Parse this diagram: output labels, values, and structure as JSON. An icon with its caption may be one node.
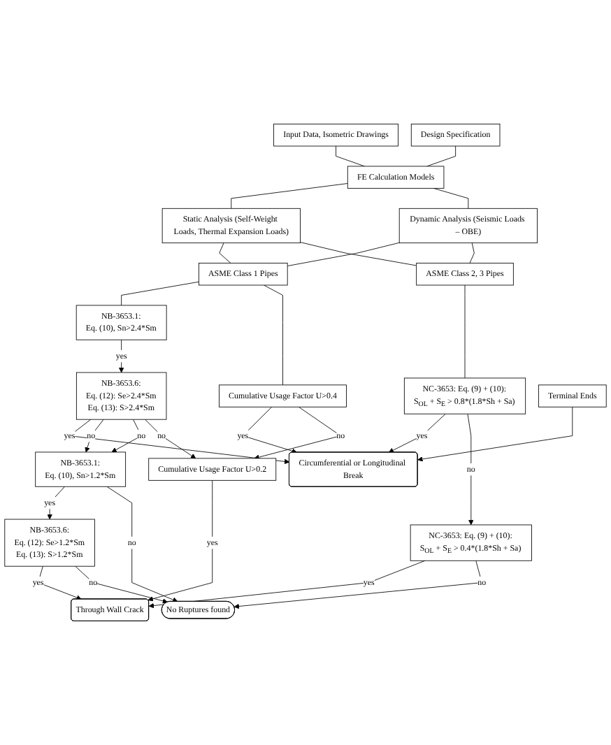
{
  "diagram": {
    "nodes": [
      {
        "text": [
          "Input Data, Isometric Drawings"
        ]
      },
      {
        "text": [
          "Design Specification"
        ]
      },
      {
        "text": [
          "FE Calculation Models"
        ]
      },
      {
        "text": [
          "Static Analysis (Self-Weight Loads, Thermal Expansion Loads)"
        ]
      },
      {
        "text": [
          "Dynamic Analysis (Seismic Loads – OBE)"
        ]
      },
      {
        "text": [
          "ASME Class 1 Pipes"
        ]
      },
      {
        "text": [
          "ASME Class 2, 3 Pipes"
        ]
      },
      {
        "text": [
          "NB-3653.1:",
          "Eq. (10),  Sn>2.4*Sm"
        ]
      },
      {
        "text": [
          "Cumulative Usage Factor U>0.4"
        ]
      },
      {
        "text": [
          "NC-3653: Eq. (9) + (10):",
          "S$_{OL}$ + S$_{E}$ > 0.8*(1.8*Sh + Sa)"
        ]
      },
      {
        "text": [
          "NB-3653.6:",
          "Eq. (12): Se>2.4*Sm",
          "Eq. (13): S>2.4*Sm"
        ]
      },
      {
        "text": [
          "Circumferential or Longitudinal Break"
        ]
      },
      {
        "text": [
          "Terminal Ends"
        ]
      },
      {
        "text": [
          "NC-3653: Eq. (9) + (10):",
          "S$_{OL}$ + S$_{E}$ > 0.4*(1.8*Sh + Sa)"
        ]
      },
      {
        "text": [
          "NB-3653.1:",
          "Eq. (10),  Sn>1.2*Sm"
        ]
      },
      {
        "text": [
          "Cumulative Usage Factor U>0.2"
        ]
      },
      {
        "text": [
          "NB-3653.6:",
          "Eq. (12): Se>1.2*Sm",
          "Eq. (13): S>1.2*Sm"
        ]
      },
      {
        "text": [
          "Through Wall Crack"
        ]
      },
      {
        "text": [
          "No Ruptures found"
        ]
      }
    ],
    "edges": [
      {
        "from": 0,
        "to": 2,
        "arrow": "none"
      },
      {
        "from": 1,
        "to": 2,
        "arrow": "none"
      },
      {
        "from": 2,
        "to": 3,
        "arrow": "none"
      },
      {
        "from": 2,
        "to": 4,
        "arrow": "none"
      },
      {
        "from": 3,
        "to": 5,
        "arrow": "none"
      },
      {
        "from": 3,
        "to": 6,
        "arrow": "none"
      },
      {
        "from": 4,
        "to": 5,
        "arrow": "none"
      },
      {
        "from": 4,
        "to": 6,
        "arrow": "none"
      },
      {
        "from": 5,
        "to": 7,
        "arrow": "none"
      },
      {
        "from": 5,
        "to": 8,
        "arrow": "none"
      },
      {
        "from": 6,
        "to": 9,
        "arrow": "none"
      },
      {
        "from": 7,
        "to": 10,
        "arrow": "to",
        "label": "yes"
      },
      {
        "from": 8,
        "to": 11,
        "arrow": "to",
        "label": "yes"
      },
      {
        "from": 8,
        "to": 15,
        "arrow": "to",
        "label": "no"
      },
      {
        "from": 9,
        "to": 11,
        "arrow": "to",
        "label": "yes"
      },
      {
        "from": 9,
        "to": 13,
        "arrow": "to",
        "label": "no"
      },
      {
        "from": 10,
        "to": 11,
        "arrow": "to",
        "label": "yes"
      },
      {
        "from": 10,
        "to": 14,
        "arrow": "to",
        "label": "no"
      },
      {
        "from": 10,
        "to": 14,
        "arrow": "to",
        "label": "no"
      },
      {
        "from": 10,
        "to": 15,
        "arrow": "to",
        "label": "no"
      },
      {
        "from": 12,
        "to": 11,
        "arrow": "to"
      },
      {
        "from": 13,
        "to": 17,
        "arrow": "to",
        "label": "yes"
      },
      {
        "from": 13,
        "to": 18,
        "arrow": "to",
        "label": "no"
      },
      {
        "from": 14,
        "to": 16,
        "arrow": "to",
        "label": "yes"
      },
      {
        "from": 14,
        "to": 18,
        "arrow": "to",
        "label": "no"
      },
      {
        "from": 15,
        "to": 17,
        "arrow": "to",
        "label": "yes"
      },
      {
        "from": 16,
        "to": 17,
        "arrow": "to",
        "label": "yes"
      },
      {
        "from": 16,
        "to": 18,
        "arrow": "to",
        "label": "no"
      }
    ]
  }
}
